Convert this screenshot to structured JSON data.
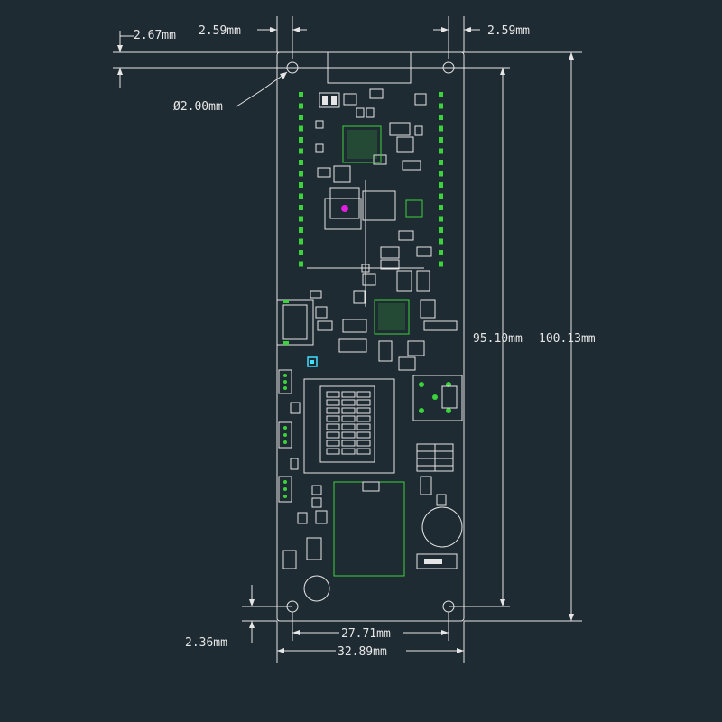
{
  "dimensions": {
    "top_offset": "2.67mm",
    "left_hole_inset": "2.59mm",
    "right_hole_inset": "2.59mm",
    "hole_diameter": "Ø2.00mm",
    "hole_spacing_vertical": "95.10mm",
    "board_height": "100.13mm",
    "bottom_offset": "2.36mm",
    "hole_spacing_horizontal": "27.71mm",
    "board_width": "32.89mm"
  },
  "colors": {
    "background": "#1f2b33",
    "outline": "#e6e6e6",
    "pads": "#3cd23c",
    "marker": "#e020e0",
    "led": "#40e0ff"
  }
}
